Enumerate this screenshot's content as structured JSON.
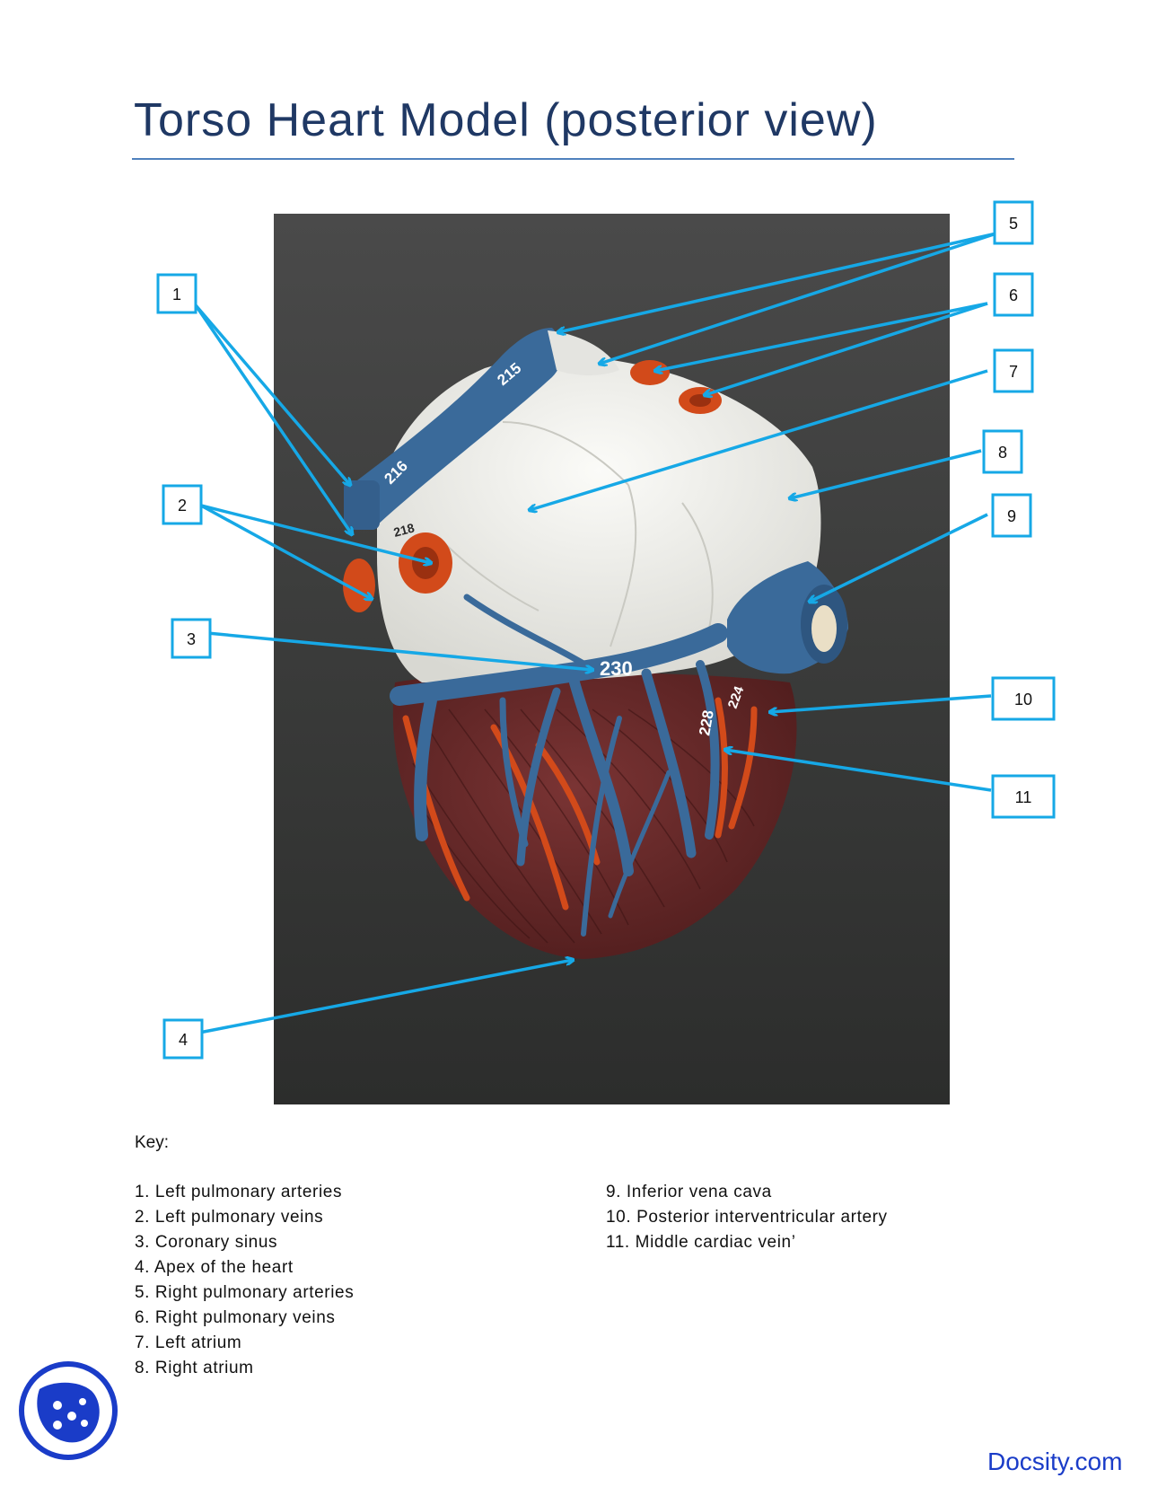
{
  "title": "Torso Heart Model (posterior view)",
  "label_boxes": [
    {
      "id": "1",
      "text": "1"
    },
    {
      "id": "2",
      "text": "2"
    },
    {
      "id": "3",
      "text": "3"
    },
    {
      "id": "4",
      "text": "4"
    },
    {
      "id": "5",
      "text": "5"
    },
    {
      "id": "6",
      "text": "6"
    },
    {
      "id": "7",
      "text": "7"
    },
    {
      "id": "8",
      "text": "8"
    },
    {
      "id": "9",
      "text": "9"
    },
    {
      "id": "10",
      "text": "10"
    },
    {
      "id": "11",
      "text": "11"
    }
  ],
  "model_numbers": [
    "215",
    "216",
    "218",
    "230",
    "228",
    "224"
  ],
  "key": {
    "heading": "Key:",
    "left_items": [
      "1. Left pulmonary arteries",
      "2. Left pulmonary veins",
      "3. Coronary sinus",
      "4. Apex of the heart",
      "5. Right pulmonary arteries",
      "6. Right pulmonary veins",
      "7. Left atrium",
      "8. Right atrium"
    ],
    "right_items": [
      "9. Inferior vena cava",
      "10. Posterior interventricular artery",
      "11. Middle cardiac vein’"
    ]
  },
  "brand": "Docsity.com",
  "colors": {
    "title": "#1f3864",
    "rule": "#4f81bd",
    "callout": "#16a8e6",
    "vein_blue": "#3a6a9a",
    "artery_orange": "#d24a1a",
    "muscle": "#6b2a2a",
    "atrium_white": "#eeeeea",
    "background_dark": "#3c3c3c",
    "brand": "#1a3cc8"
  },
  "icons": {
    "logo": "docsity-ladybug-icon",
    "arrowhead": "arrowhead-icon"
  }
}
